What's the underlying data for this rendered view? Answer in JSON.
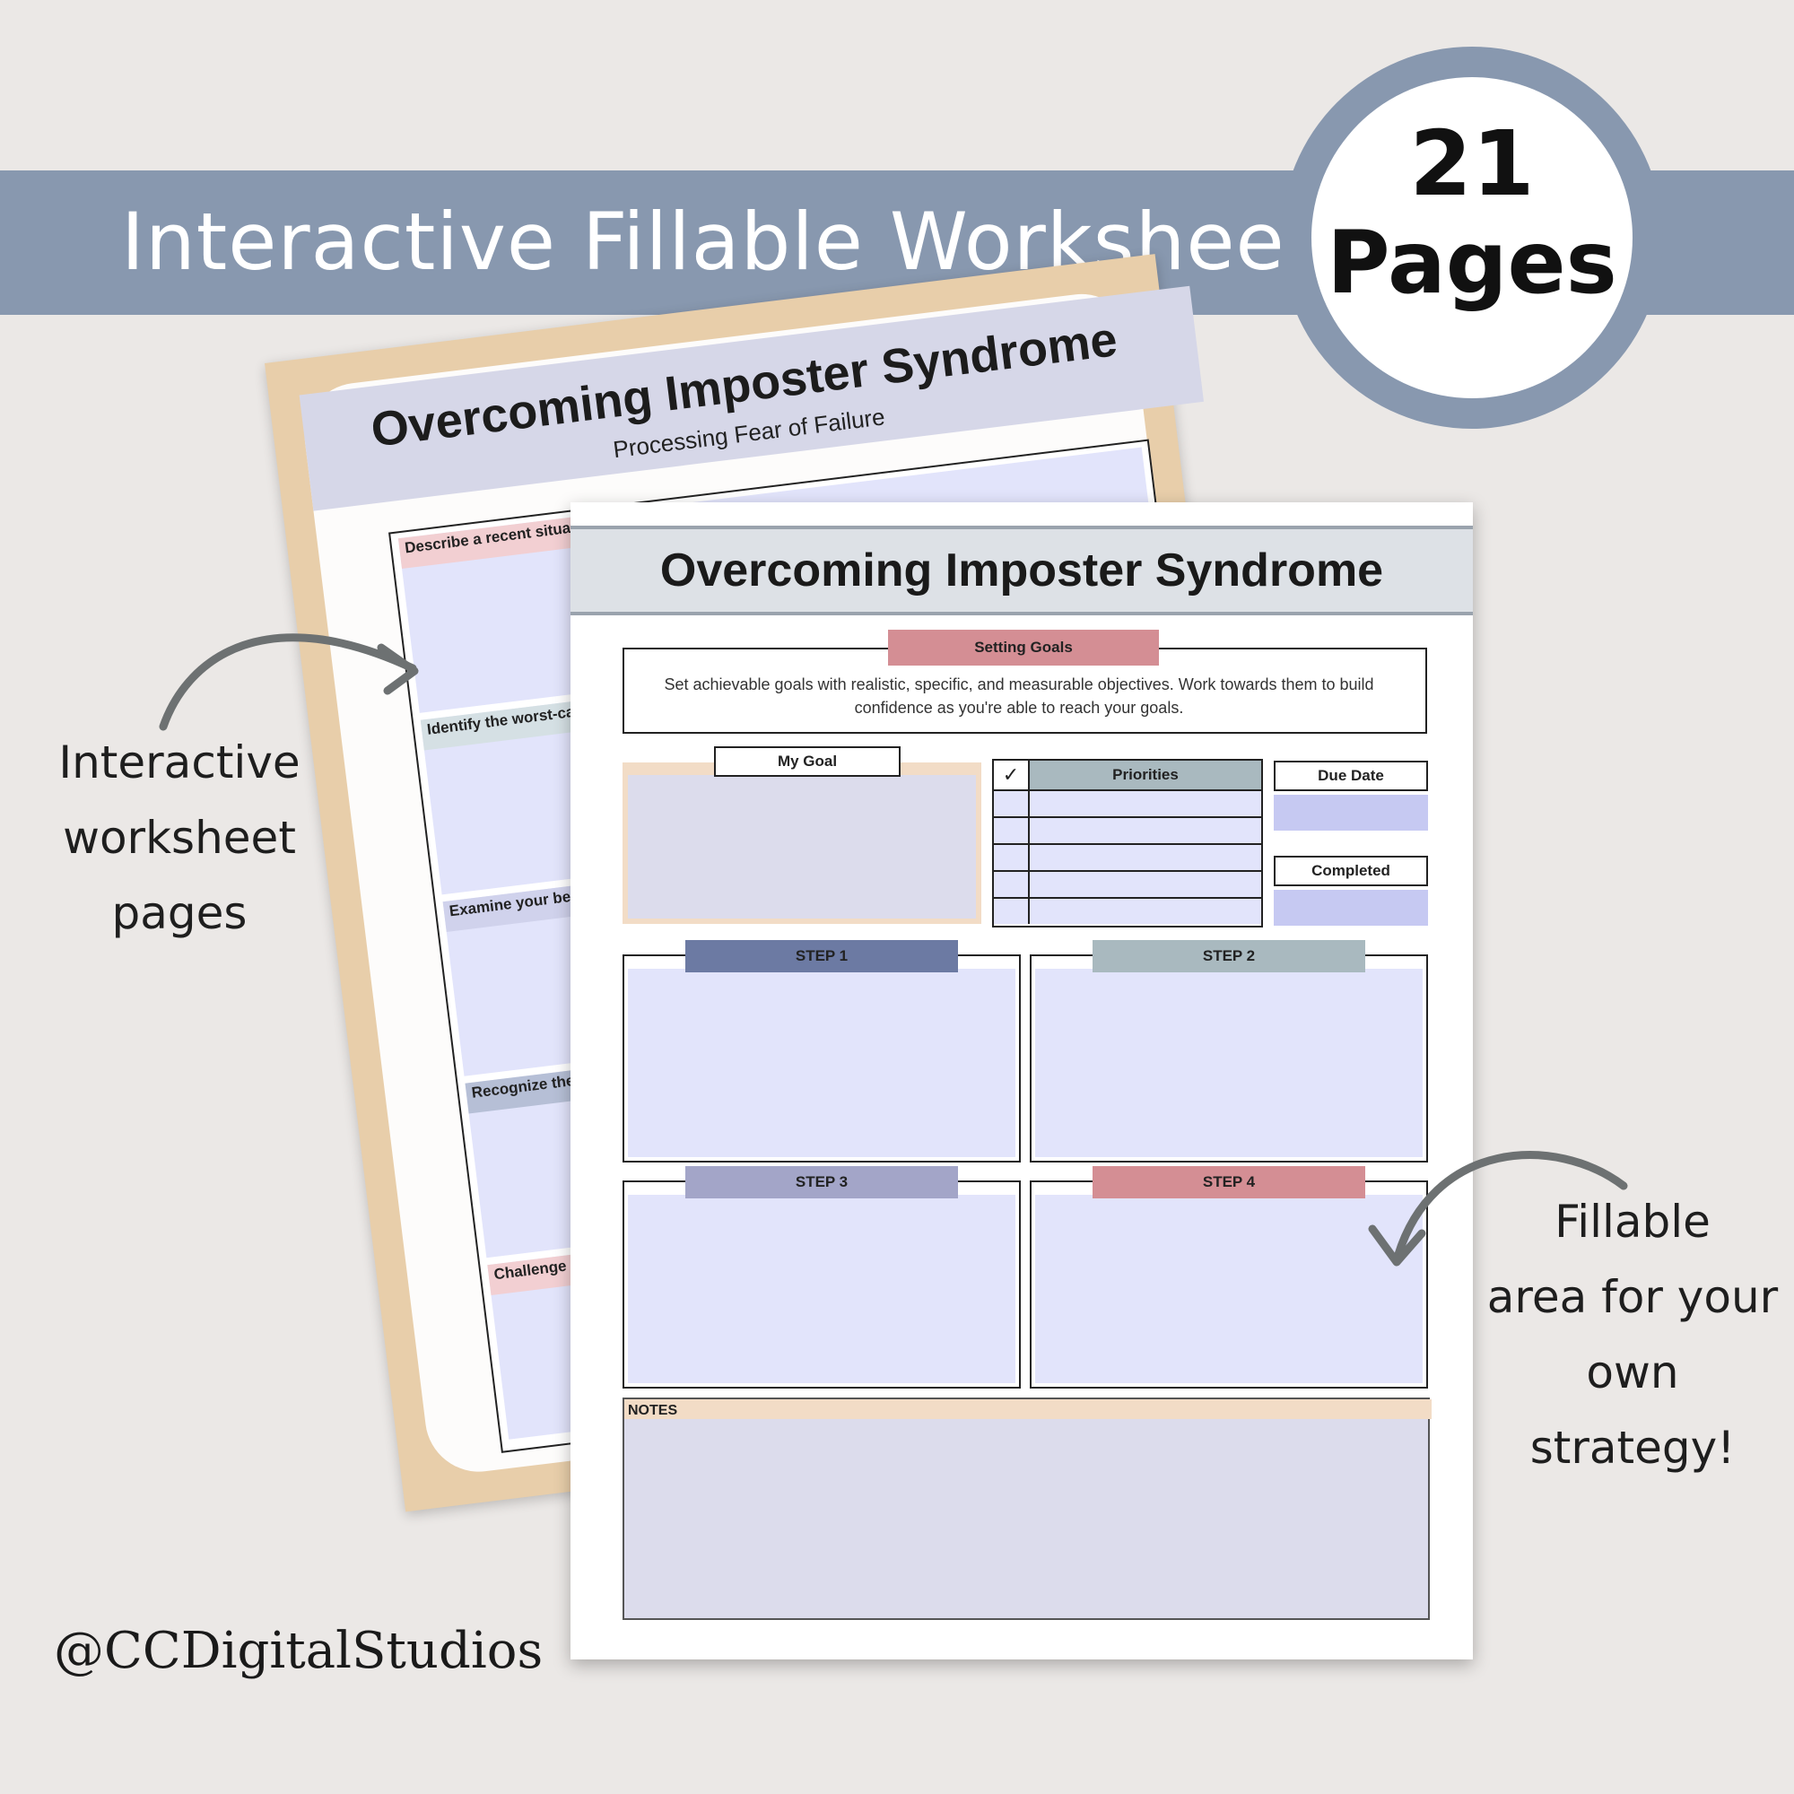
{
  "banner": {
    "title": "Interactive Fillable Worksheets"
  },
  "badge": {
    "number": "21",
    "word": "Pages"
  },
  "back_sheet": {
    "title": "Overcoming Imposter Syndrome",
    "subtitle": "Processing Fear of Failure",
    "prompts": [
      "Describe a recent situatio",
      "Identify the worst-cas",
      "Examine your belie",
      "Recognize the r",
      "Challenge n"
    ]
  },
  "front_sheet": {
    "title": "Overcoming Imposter Syndrome",
    "goals_tab": "Setting Goals",
    "goals_text": "Set achievable goals with realistic, specific, and measurable objectives. Work towards them to build confidence as you're able to reach your goals.",
    "my_goal": "My Goal",
    "check_mark": "✓",
    "priorities": "Priorities",
    "due_date": "Due Date",
    "completed": "Completed",
    "steps": [
      "STEP 1",
      "STEP 2",
      "STEP 3",
      "STEP 4"
    ],
    "notes": "NOTES"
  },
  "annotations": {
    "left": [
      "Interactive",
      "worksheet",
      "pages"
    ],
    "right": [
      "Fillable",
      "area for your",
      "own",
      "strategy!"
    ]
  },
  "handle": "@CCDigitalStudios",
  "colors": {
    "background": "#ebe8e6",
    "banner": "#8898af",
    "step1": "#6c7aa3",
    "step2": "#a9b9bf",
    "step3": "#a3a5c8",
    "step4": "#d48e94",
    "fill": "#e2e4fb"
  }
}
